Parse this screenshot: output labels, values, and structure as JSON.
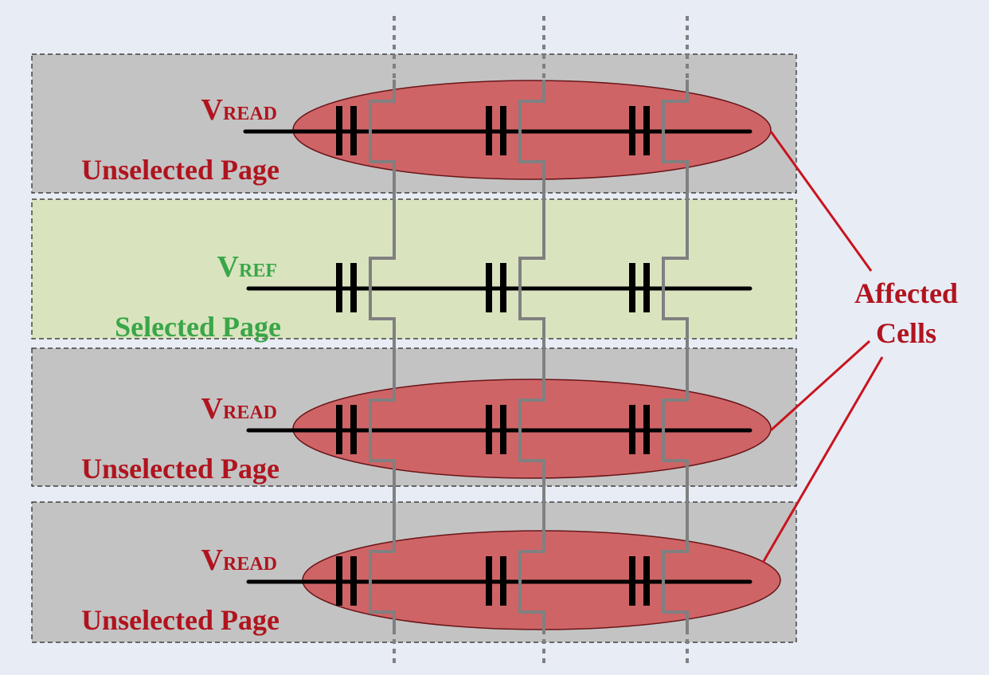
{
  "rows": [
    {
      "kind": "unselected",
      "voltage_main": "V",
      "voltage_sub": "READ",
      "page_label": "Unselected Page",
      "affected": true
    },
    {
      "kind": "selected",
      "voltage_main": "V",
      "voltage_sub": "REF",
      "page_label": "Selected Page",
      "affected": false
    },
    {
      "kind": "unselected",
      "voltage_main": "V",
      "voltage_sub": "READ",
      "page_label": "Unselected Page",
      "affected": true
    },
    {
      "kind": "unselected",
      "voltage_main": "V",
      "voltage_sub": "READ",
      "page_label": "Unselected Page",
      "affected": true
    }
  ],
  "callout": {
    "line1": "Affected",
    "line2": "Cells"
  },
  "columns": 3,
  "colors": {
    "background": "#e8ecf5",
    "unselected_fill": "#c3c3c3",
    "selected_fill": "#d9e4bf",
    "ellipse_fill": "#cf6466",
    "red_text": "#b0141e",
    "green_text": "#3aa648",
    "bitline": "#808080"
  }
}
